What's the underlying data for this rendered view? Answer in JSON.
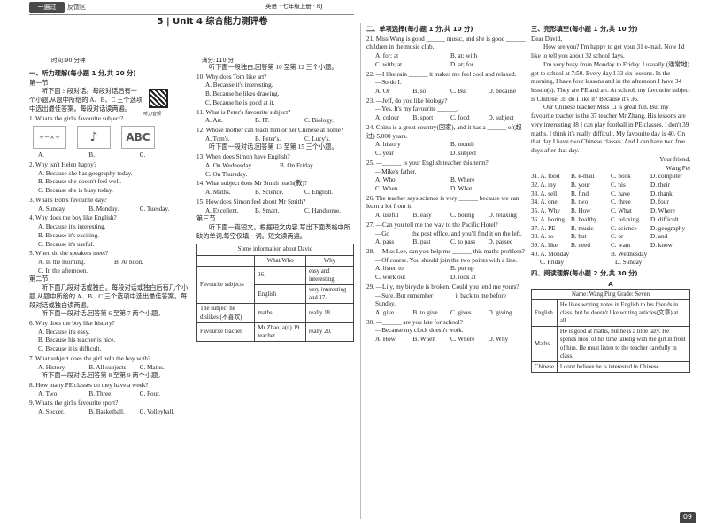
{
  "header": {
    "brand": "一遍过",
    "brand_sub": "反馈区",
    "subject": "英语 · 七年级上册 · RJ",
    "title": "5 | Unit 4 综合能力测评卷",
    "time": "时间:90 分钟",
    "score": "满分:110 分"
  },
  "part1": {
    "heading": "一、听力理解(每小题 1 分,共 20 分)",
    "sec1": "第一节",
    "sec1_intro": "听下面 5 段对话。每段对话后有一个小题,从题中所给的 A、B、C 三个选项中选出最佳答案。每段对话读两遍。",
    "qr_label": "听力音频",
    "q1": "1. What's the girl's favourite subject?",
    "q1_opts": [
      "A.",
      "B.",
      "C."
    ],
    "q1_pics": [
      "+−×÷",
      "♪",
      "ABC"
    ],
    "q2": "2. Why isn't Helen happy?",
    "q2_opts": [
      "A. Because she has geography today.",
      "B. Because she doesn't feel well.",
      "C. Because she is busy today."
    ],
    "q3": "3. What's Bob's favourite day?",
    "q3_opts": [
      "A. Sunday.",
      "B. Monday.",
      "C. Tuesday."
    ],
    "q4": "4. Why does the boy like English?",
    "q4_opts": [
      "A. Because it's interesting.",
      "B. Because it's exciting.",
      "C. Because it's useful."
    ],
    "q5": "5. When do the speakers meet?",
    "q5_opts": [
      "A. In the morning.",
      "B. At noon.",
      "C. In the afternoon."
    ],
    "sec2": "第二节",
    "sec2_intro": "听下面几段对话或独白。每段对话或独白后有几个小题,从题中所给的 A、B、C 三个选项中选出最佳答案。每段对话或独白读两遍。",
    "sec2_a": "听下面一段对话,回答第 6 至第 7 两个小题。",
    "q6": "6. Why does the boy like history?",
    "q6_opts": [
      "A. Because it's easy.",
      "B. Because his teacher is nice.",
      "C. Because it is difficult."
    ],
    "q7": "7. What subject does the girl help the boy with?",
    "q7_opts": [
      "A. History.",
      "B. All subjects.",
      "C. Maths."
    ],
    "sec2_b": "听下面一段对话,回答第 8 至第 9 两个小题。",
    "q8": "8. How many PE classes do they have a week?",
    "q8_opts": [
      "A. Two.",
      "B. Three.",
      "C. Four."
    ],
    "q9": "9. What's the girl's favourite sport?",
    "q9_opts": [
      "A. Soccer.",
      "B. Basketball.",
      "C. Volleyball."
    ]
  },
  "col2": {
    "intro_a": "听下面一段独白,回答第 10 至第 12 三个小题。",
    "q10": "10. Why does Tom like art?",
    "q10_opts": [
      "A. Because it's interesting.",
      "B. Because he likes drawing.",
      "C. Because he is good at it."
    ],
    "q11": "11. What is Peter's favourite subject?",
    "q11_opts": [
      "A. Art.",
      "B. IT.",
      "C. Biology."
    ],
    "q12": "12. Whose mother can teach him or her Chinese at home?",
    "q12_opts": [
      "A. Tom's.",
      "B. Peter's.",
      "C. Lucy's."
    ],
    "intro_b": "听下面一段对话,回答第 13 至第 15 三个小题。",
    "q13": "13. When does Simon have English?",
    "q13_opts": [
      "A. On Wednesday.",
      "B. On Friday.",
      "C. On Thursday."
    ],
    "q14": "14. What subject does Mr Smith teach(教)?",
    "q14_opts": [
      "A. Maths.",
      "B. Science.",
      "C. English."
    ],
    "q15": "15. How does Simon feel about Mr Smith?",
    "q15_opts": [
      "A. Excellent.",
      "B. Smart.",
      "C. Handsome."
    ],
    "sec3": "第三节",
    "sec3_intro": "听下面一篇短文。根据短文内容,写出下面表格中所缺的单词,每空仅填一词。短文读两遍。",
    "table_title": "Some information about David",
    "table_head": [
      "",
      "What/Who",
      "Why"
    ],
    "row1_label": "Favourite subjects",
    "row1_a": "16.",
    "row1_b": "easy and interesting",
    "row1_c": "English",
    "row1_d": "very interesting and 17.",
    "row2_label": "The subject he dislikes (不喜欢)",
    "row2_a": "maths",
    "row2_b": "really 18.",
    "row3_label": "Favourite teacher",
    "row3_a": "Mr Zhao, a(n) 19. teacher",
    "row3_b": "really 20."
  },
  "part2": {
    "heading": "二、单项选择(每小题 1 分,共 10 分)",
    "q21": "21. Miss Wang is good ______ music, and she is good ______ children in the music club.",
    "q21_opts": [
      "A. for; at",
      "B. at; with",
      "C. with; at",
      "D. at; for"
    ],
    "q22": "22. —I like rain ______ it makes me feel cool and relaxed.",
    "q22b": "—So do I.",
    "q22_opts": [
      "A. Or",
      "B. so",
      "C. But",
      "D. because"
    ],
    "q23": "23. —Jeff, do you like biology?",
    "q23b": "—Yes. It's my favourite ______.",
    "q23_opts": [
      "A. colour",
      "B. sport",
      "C. food",
      "D. subject"
    ],
    "q24": "24. China is a great country(国家), and it has a ______ of(超过) 5,000 years.",
    "q24_opts": [
      "A. history",
      "B. month",
      "C. year",
      "D. subject"
    ],
    "q25": "25. —______ is your English teacher this term?",
    "q25b": "—Mike's father.",
    "q25_opts": [
      "A. Who",
      "B. Where",
      "C. When",
      "D. What"
    ],
    "q26": "26. The teacher says science is very ______ because we can learn a lot from it.",
    "q26_opts": [
      "A. useful",
      "B. easy",
      "C. boring",
      "D. relaxing"
    ],
    "q27": "27. —Can you tell me the way to the Pacific Hotel?",
    "q27b": "—Go ______ the post office, and you'll find it on the left.",
    "q27_opts": [
      "A. pass",
      "B. past",
      "C. to pass",
      "D. passed"
    ],
    "q28": "28. —Miss Lee, can you help me ______ this maths problem?",
    "q28b": "—Of course. You should join the two points with a line.",
    "q28_opts": [
      "A. listen to",
      "B. put up",
      "C. work out",
      "D. look at"
    ],
    "q29": "29. —Lily, my bicycle is broken. Could you lend me yours?",
    "q29b": "—Sure. But remember ______ it back to me before Sunday.",
    "q29_opts": [
      "A. give",
      "B. to give",
      "C. gives",
      "D. giving"
    ],
    "q30": "30. —______ are you late for school?",
    "q30b": "—Because my clock doesn't work.",
    "q30_opts": [
      "A. How",
      "B. When",
      "C. Where",
      "D. Why"
    ]
  },
  "part3": {
    "heading": "三、完形填空(每小题 1 分,共 10 分)",
    "greet": "Dear David,",
    "p1": "How are you? I'm happy to get your 31 e-mail. Now I'd like to tell you about 32 school days.",
    "p2": "I'm very busy from Monday to Friday. I usually (通常地) get to school at 7:50. Every day I 33 six lessons. In the morning, I have four lessons and in the afternoon I have 34 lesson(s). They are PE and art. At school, my favourite subject is Chinese. 35 do I like it? Because it's 36.",
    "p3": "Our Chinese teacher Miss Li is great fun. But my favourite teacher is the 37 teacher Mr Zhang. His lessons are very interesting 38 I can play football in PE classes. I don't 39 maths. I think it's really difficult. My favourite day is 40. On that day I have two Chinese classes. And I can have two free days after that day.",
    "close": "Your friend,",
    "sign": "Wang Fei",
    "opts": [
      [
        "31. A. food",
        "B. e-mail",
        "C. book",
        "D. computer"
      ],
      [
        "32. A. my",
        "B. your",
        "C. his",
        "D. their"
      ],
      [
        "33. A. sell",
        "B. find",
        "C. have",
        "D. thank"
      ],
      [
        "34. A. one",
        "B. two",
        "C. three",
        "D. four"
      ],
      [
        "35. A. Why",
        "B. How",
        "C. What",
        "D. Where"
      ],
      [
        "36. A. boring",
        "B. healthy",
        "C. relaxing",
        "D. difficult"
      ],
      [
        "37. A. PE",
        "B. music",
        "C. science",
        "D. geography"
      ],
      [
        "38. A. so",
        "B. but",
        "C. or",
        "D. and"
      ],
      [
        "39. A. like",
        "B. need",
        "C. want",
        "D. know"
      ]
    ],
    "q40": [
      "40. A. Monday",
      "B. Wednesday",
      "C. Friday",
      "D. Sunday"
    ]
  },
  "part4": {
    "heading": "四、阅读理解(每小题 2 分,共 30 分)",
    "label": "A",
    "r0": "Name: Wang Ping  Grade: Seven",
    "r1_label": "English",
    "r1": "He likes writing notes in English to his friends in class, but he doesn't like writing articles(文章) at all.",
    "r2_label": "Maths",
    "r2": "He is good at maths, but he is a little lazy. He spends most of his time talking with the girl in front of him. He must listen to the teacher carefully in class.",
    "r3_label": "Chinese",
    "r3": "I don't believe he is interested in Chinese."
  },
  "page_number": "09"
}
